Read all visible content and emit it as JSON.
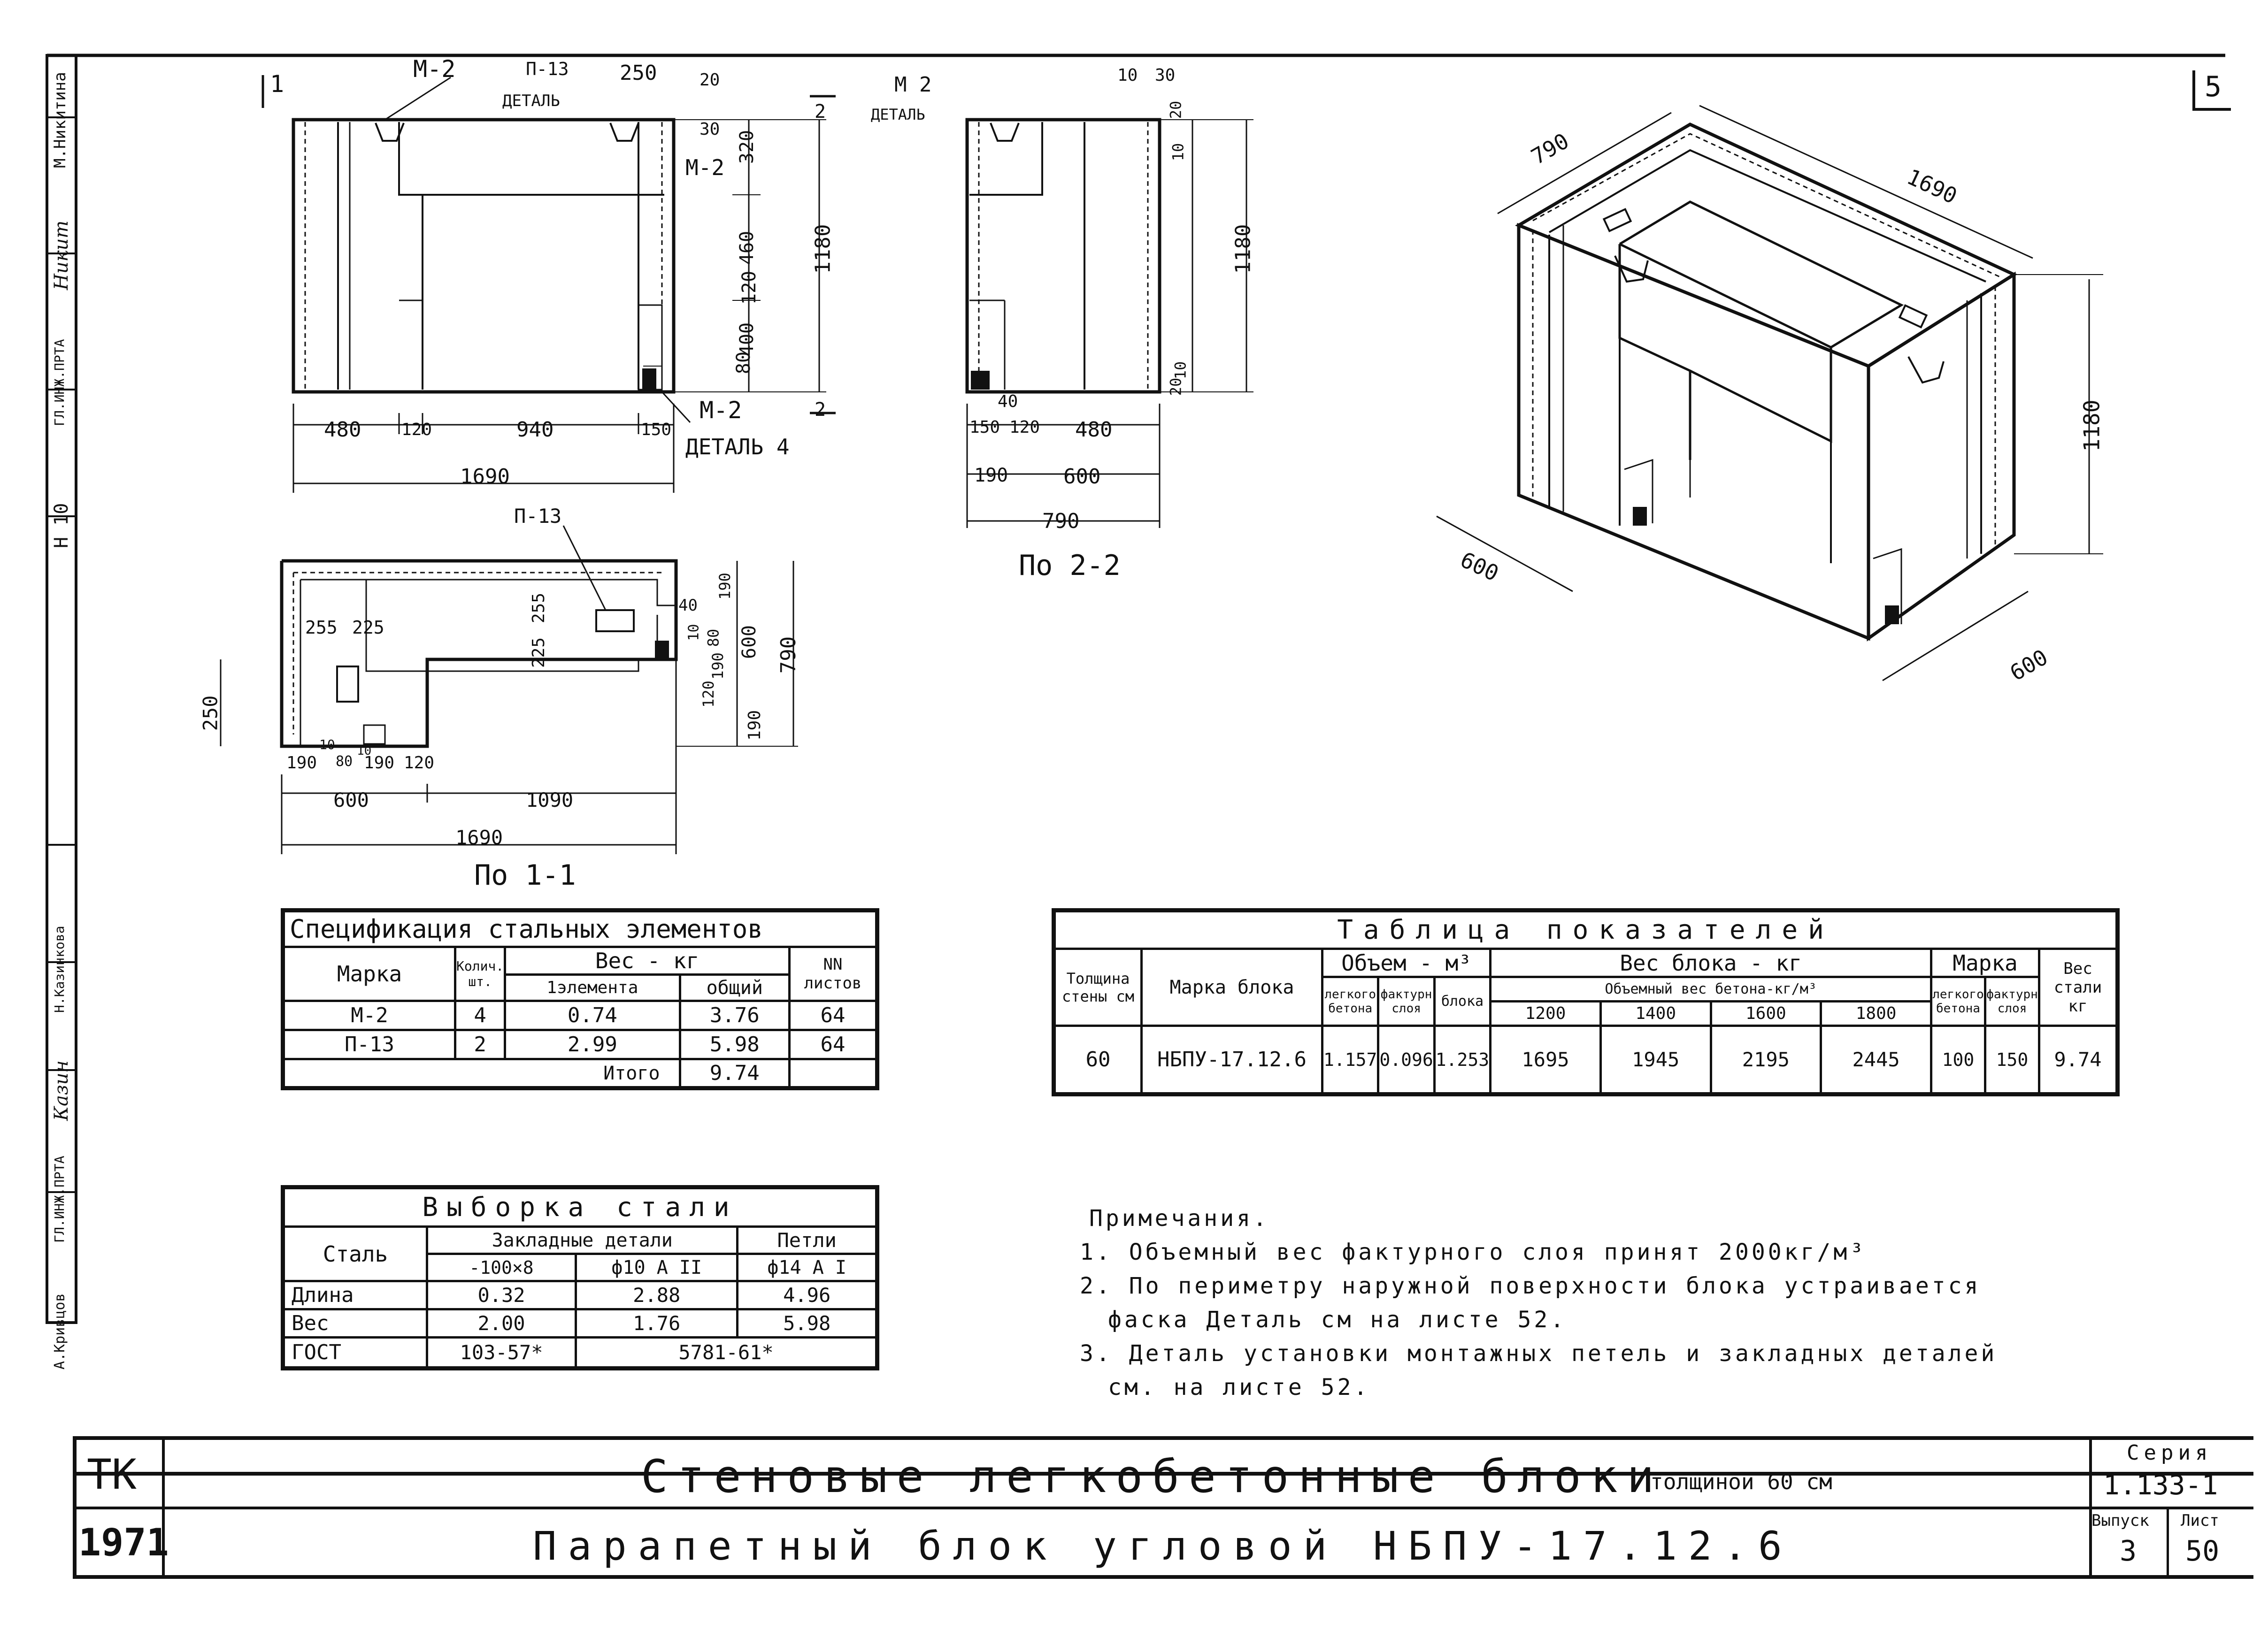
{
  "sheet": {
    "number": "5"
  },
  "left_strip": {
    "cells": [
      "М.Никитина",
      "Никит",
      "ГЛ.ИНЖ.ПРТА",
      "",
      "Н 10",
      "Н.Казинкова",
      "Казин",
      "ГЛ.ИНЖ.ПРТА",
      "А.Кривцов"
    ]
  },
  "elevation_dims": {
    "m2_top": "М-2",
    "p13": "П-13",
    "detail": "ДЕТАЛЬ",
    "d250": "250",
    "d20": "20",
    "marker": "1",
    "d30": "30",
    "d320": "320",
    "m2_mid": "М-2",
    "d460": "460",
    "d1180": "1180",
    "d120": "120",
    "d400": "400",
    "d80": "80",
    "m2_bot": "М-2",
    "detail4": "ДЕТАЛЬ 4",
    "mark2": "2",
    "b480": "480",
    "b120": "120",
    "b940": "940",
    "b150": "150",
    "b1690": "1690"
  },
  "section22": {
    "m2": "М 2",
    "detail": "ДЕТАЛЬ",
    "d10": "10",
    "d30": "30",
    "d20": "20",
    "d10b": "10",
    "d1180": "1180",
    "d20b": "20",
    "d10c": "10",
    "d40": "40",
    "b150": "150",
    "b120": "120",
    "b480": "480",
    "b190": "190",
    "b600": "600",
    "b790": "790",
    "title": "По 2-2"
  },
  "plan": {
    "p13": "П-13",
    "d255a": "255",
    "d225a": "225",
    "d225": "225",
    "d255": "255",
    "d40": "40",
    "d10": "10",
    "d190": "190",
    "d80": "80",
    "d190b": "190",
    "d120": "120",
    "d600": "600",
    "d190r": "190",
    "d250": "250",
    "d190c": "190",
    "d10b": "10",
    "d80b": "80",
    "d10c": "10",
    "d190d": "190",
    "d120b": "120",
    "b600": "600",
    "b1090": "1090",
    "b1690": "1690",
    "d190e": "190",
    "title": "По 1-1"
  },
  "iso": {
    "d790": "790",
    "d1690": "1690",
    "d1180": "1180",
    "d600a": "600",
    "d600b": "600"
  },
  "spec_table": {
    "title": "Спецификация стальных элементов",
    "h_mark": "Марка",
    "h_qty": "Колич. шт.",
    "h_weight": "Вес - кг",
    "h_one": "1элемента",
    "h_total": "общий",
    "h_sheets": "NN листов",
    "rows": [
      {
        "mark": "М-2",
        "qty": "4",
        "one": "0.74",
        "total": "3.76",
        "sheet": "64"
      },
      {
        "mark": "П-13",
        "qty": "2",
        "one": "2.99",
        "total": "5.98",
        "sheet": "64"
      }
    ],
    "itogo_label": "Итого",
    "itogo_value": "9.74"
  },
  "steel_table": {
    "title": "Выборка стали",
    "h_steel": "Сталь",
    "h_embed": "Закладные детали",
    "h_loops": "Петли",
    "c1": "-100×8",
    "c2": "ф10 А II",
    "c3": "ф14 А I",
    "r_len": "Длина",
    "len1": "0.32",
    "len2": "2.88",
    "len3": "4.96",
    "r_wt": "Вес",
    "wt1": "2.00",
    "wt2": "1.76",
    "wt3": "5.98",
    "r_gost": "ГОСТ",
    "gost1": "103-57*",
    "gost2": "5781-61*"
  },
  "ind_table": {
    "title": "Таблица показателей",
    "h_thick": "Толщина стены см",
    "h_mark": "Марка блока",
    "h_vol": "Объем - м³",
    "h_light": "легкого бетона",
    "h_fact": "фактурн слоя",
    "h_block": "блока",
    "h_weight": "Вес блока - кг",
    "h_weight_sub": "Объемный вес бетона-кг/м³",
    "w1": "1200",
    "w2": "1400",
    "w3": "1600",
    "w4": "1800",
    "h_grade": "Марка",
    "h_grade_light": "легкого бетона",
    "h_grade_fact": "фактурн слоя",
    "h_steel": "Вес стали кг",
    "row": {
      "thick": "60",
      "mark": "НБПУ-17.12.6",
      "light": "1.157",
      "fact": "0.096",
      "block": "1.253",
      "v1": "1695",
      "v2": "1945",
      "v3": "2195",
      "v4": "2445",
      "g1": "100",
      "g2": "150",
      "steel": "9.74"
    }
  },
  "notes": {
    "title": "Примечания.",
    "items": [
      "1. Объемный вес фактурного слоя принят 2000кг/м³",
      "2. По периметру наружной поверхности блока устраивается",
      "фаска Деталь см на листе 52.",
      "3. Деталь установки монтажных петель и закладных деталей",
      "см. на листе 52."
    ]
  },
  "title_block": {
    "org": "ТК",
    "year": "1971",
    "title_main": "Стеновые легкобетонные блоки",
    "title_small": "толщиной 60 см",
    "subtitle": "Парапетный блок угловой НБПУ-17.12.6",
    "series_label": "Серия",
    "series": "1.133-1",
    "issue_label": "Выпуск",
    "issue": "3",
    "sheet_label": "Лист",
    "sheet": "50"
  }
}
